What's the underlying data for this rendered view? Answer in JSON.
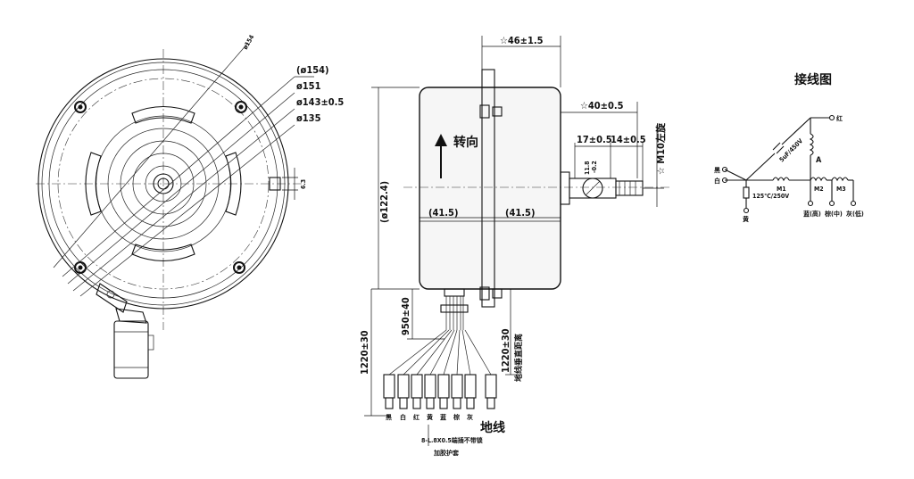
{
  "front_view": {
    "dims": [
      "(ø154)",
      "ø151",
      "ø143±0.5",
      "ø135"
    ],
    "top_label": "ø154",
    "side_mark": "6.3"
  },
  "side_view": {
    "width_top": "☆46±1.5",
    "shaft_len": "☆40±0.5",
    "dim_17": "17±0.5",
    "dim_14": "14±0.5",
    "thread": "☆ M10左旋",
    "height": "(ø122.4)",
    "half_left": "(41.5)",
    "half_right": "(41.5)",
    "rotation": "转向",
    "shaft_d1": "11.8",
    "shaft_d2": "-0.2",
    "lead_950": "950±40",
    "lead_1220a": "1220±30",
    "lead_1220b": "1220±30",
    "vertical_note": "地线垂直距离",
    "wire_colors": [
      "黑",
      "白",
      "红",
      "黄",
      "蓝",
      "棕",
      "灰"
    ],
    "ground_label": "地线",
    "terminal_note": "8-L.8X0.5端插不带锁",
    "sleeve_note": "加胶护套"
  },
  "wiring": {
    "title": "接线图",
    "black": "黑",
    "white": "白",
    "yellow": "黄",
    "red": "红",
    "capacitor": "5uF/450V",
    "fuse": "125℃/250V",
    "coil_a": "A",
    "m1": "M1",
    "m2": "M2",
    "m3": "M3",
    "speed_high": "蓝(高)",
    "speed_mid": "棕(中)",
    "speed_low": "灰(低)"
  }
}
